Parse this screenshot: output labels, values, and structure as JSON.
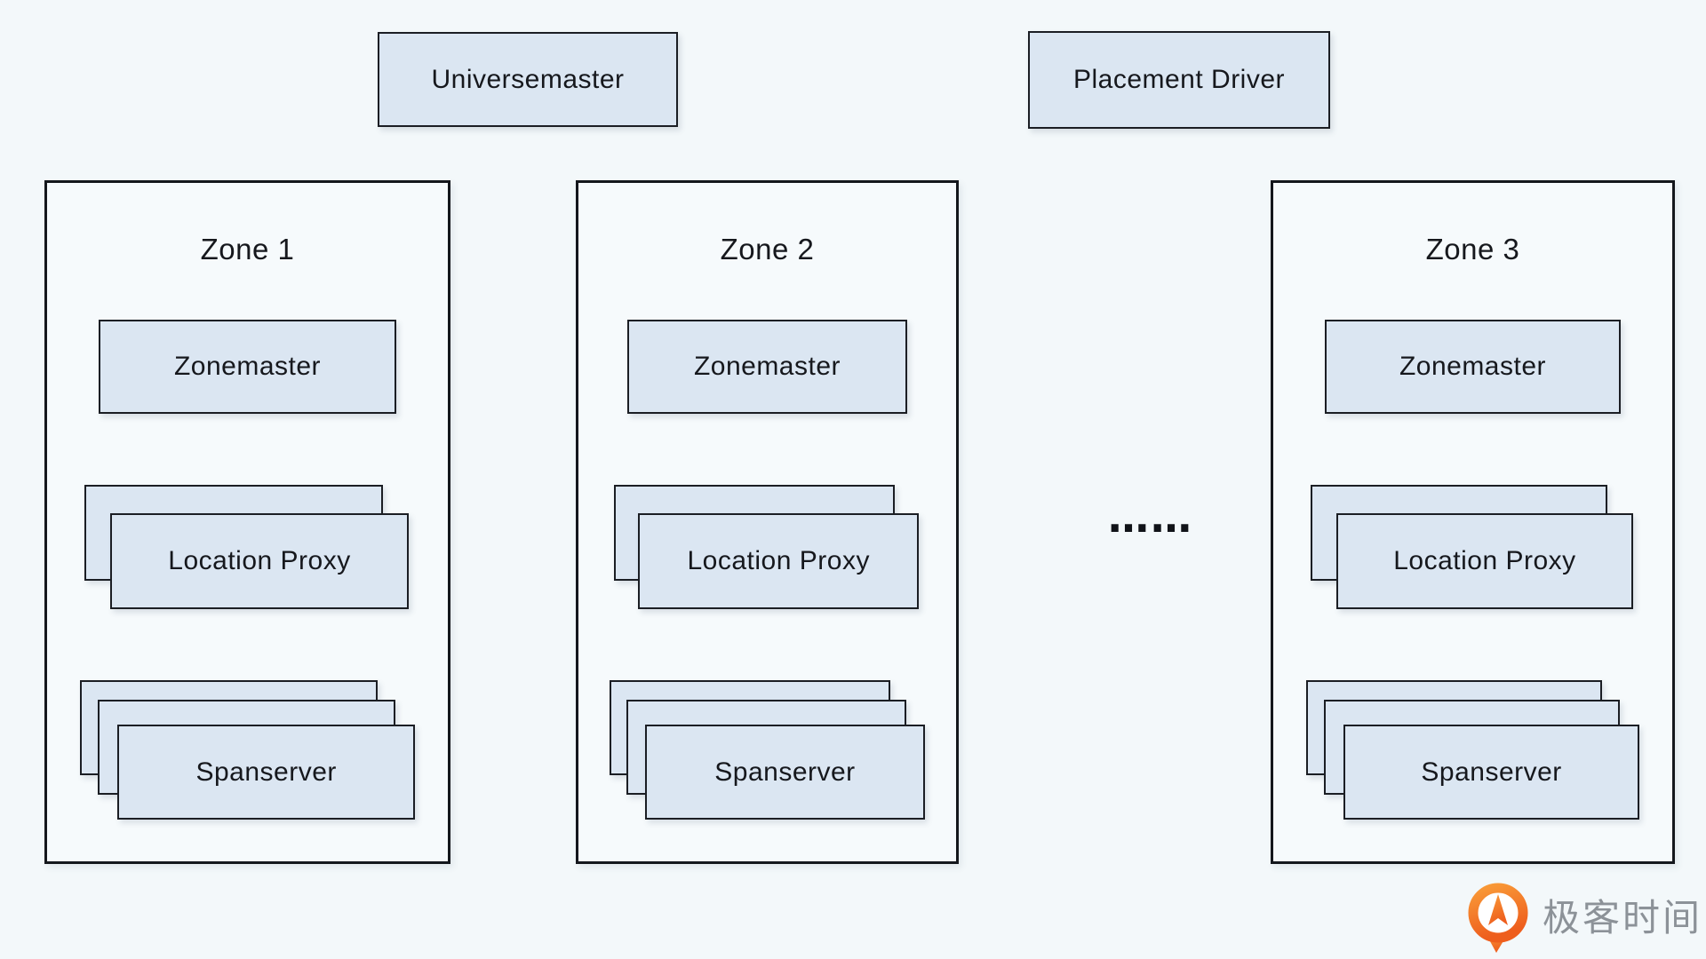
{
  "diagram": {
    "top_nodes": [
      {
        "label": "Universemaster"
      },
      {
        "label": "Placement Driver"
      }
    ],
    "zones": [
      {
        "title": "Zone 1",
        "zonemaster_label": "Zonemaster",
        "location_proxy_label": "Location Proxy",
        "spanserver_label": "Spanserver"
      },
      {
        "title": "Zone 2",
        "zonemaster_label": "Zonemaster",
        "location_proxy_label": "Location Proxy",
        "spanserver_label": "Spanserver"
      },
      {
        "title": "Zone 3",
        "zonemaster_label": "Zonemaster",
        "location_proxy_label": "Location Proxy",
        "spanserver_label": "Spanserver"
      }
    ],
    "ellipsis": "……"
  },
  "branding": {
    "logo_text": "极客时间"
  },
  "colors": {
    "background": "#f3f8fa",
    "node_fill": "#dbe6f2",
    "node_border": "#1b1e24",
    "logo_orange": "#f3701f",
    "logo_orange_light": "#f99b38",
    "logo_text_gray": "#8c9298"
  }
}
